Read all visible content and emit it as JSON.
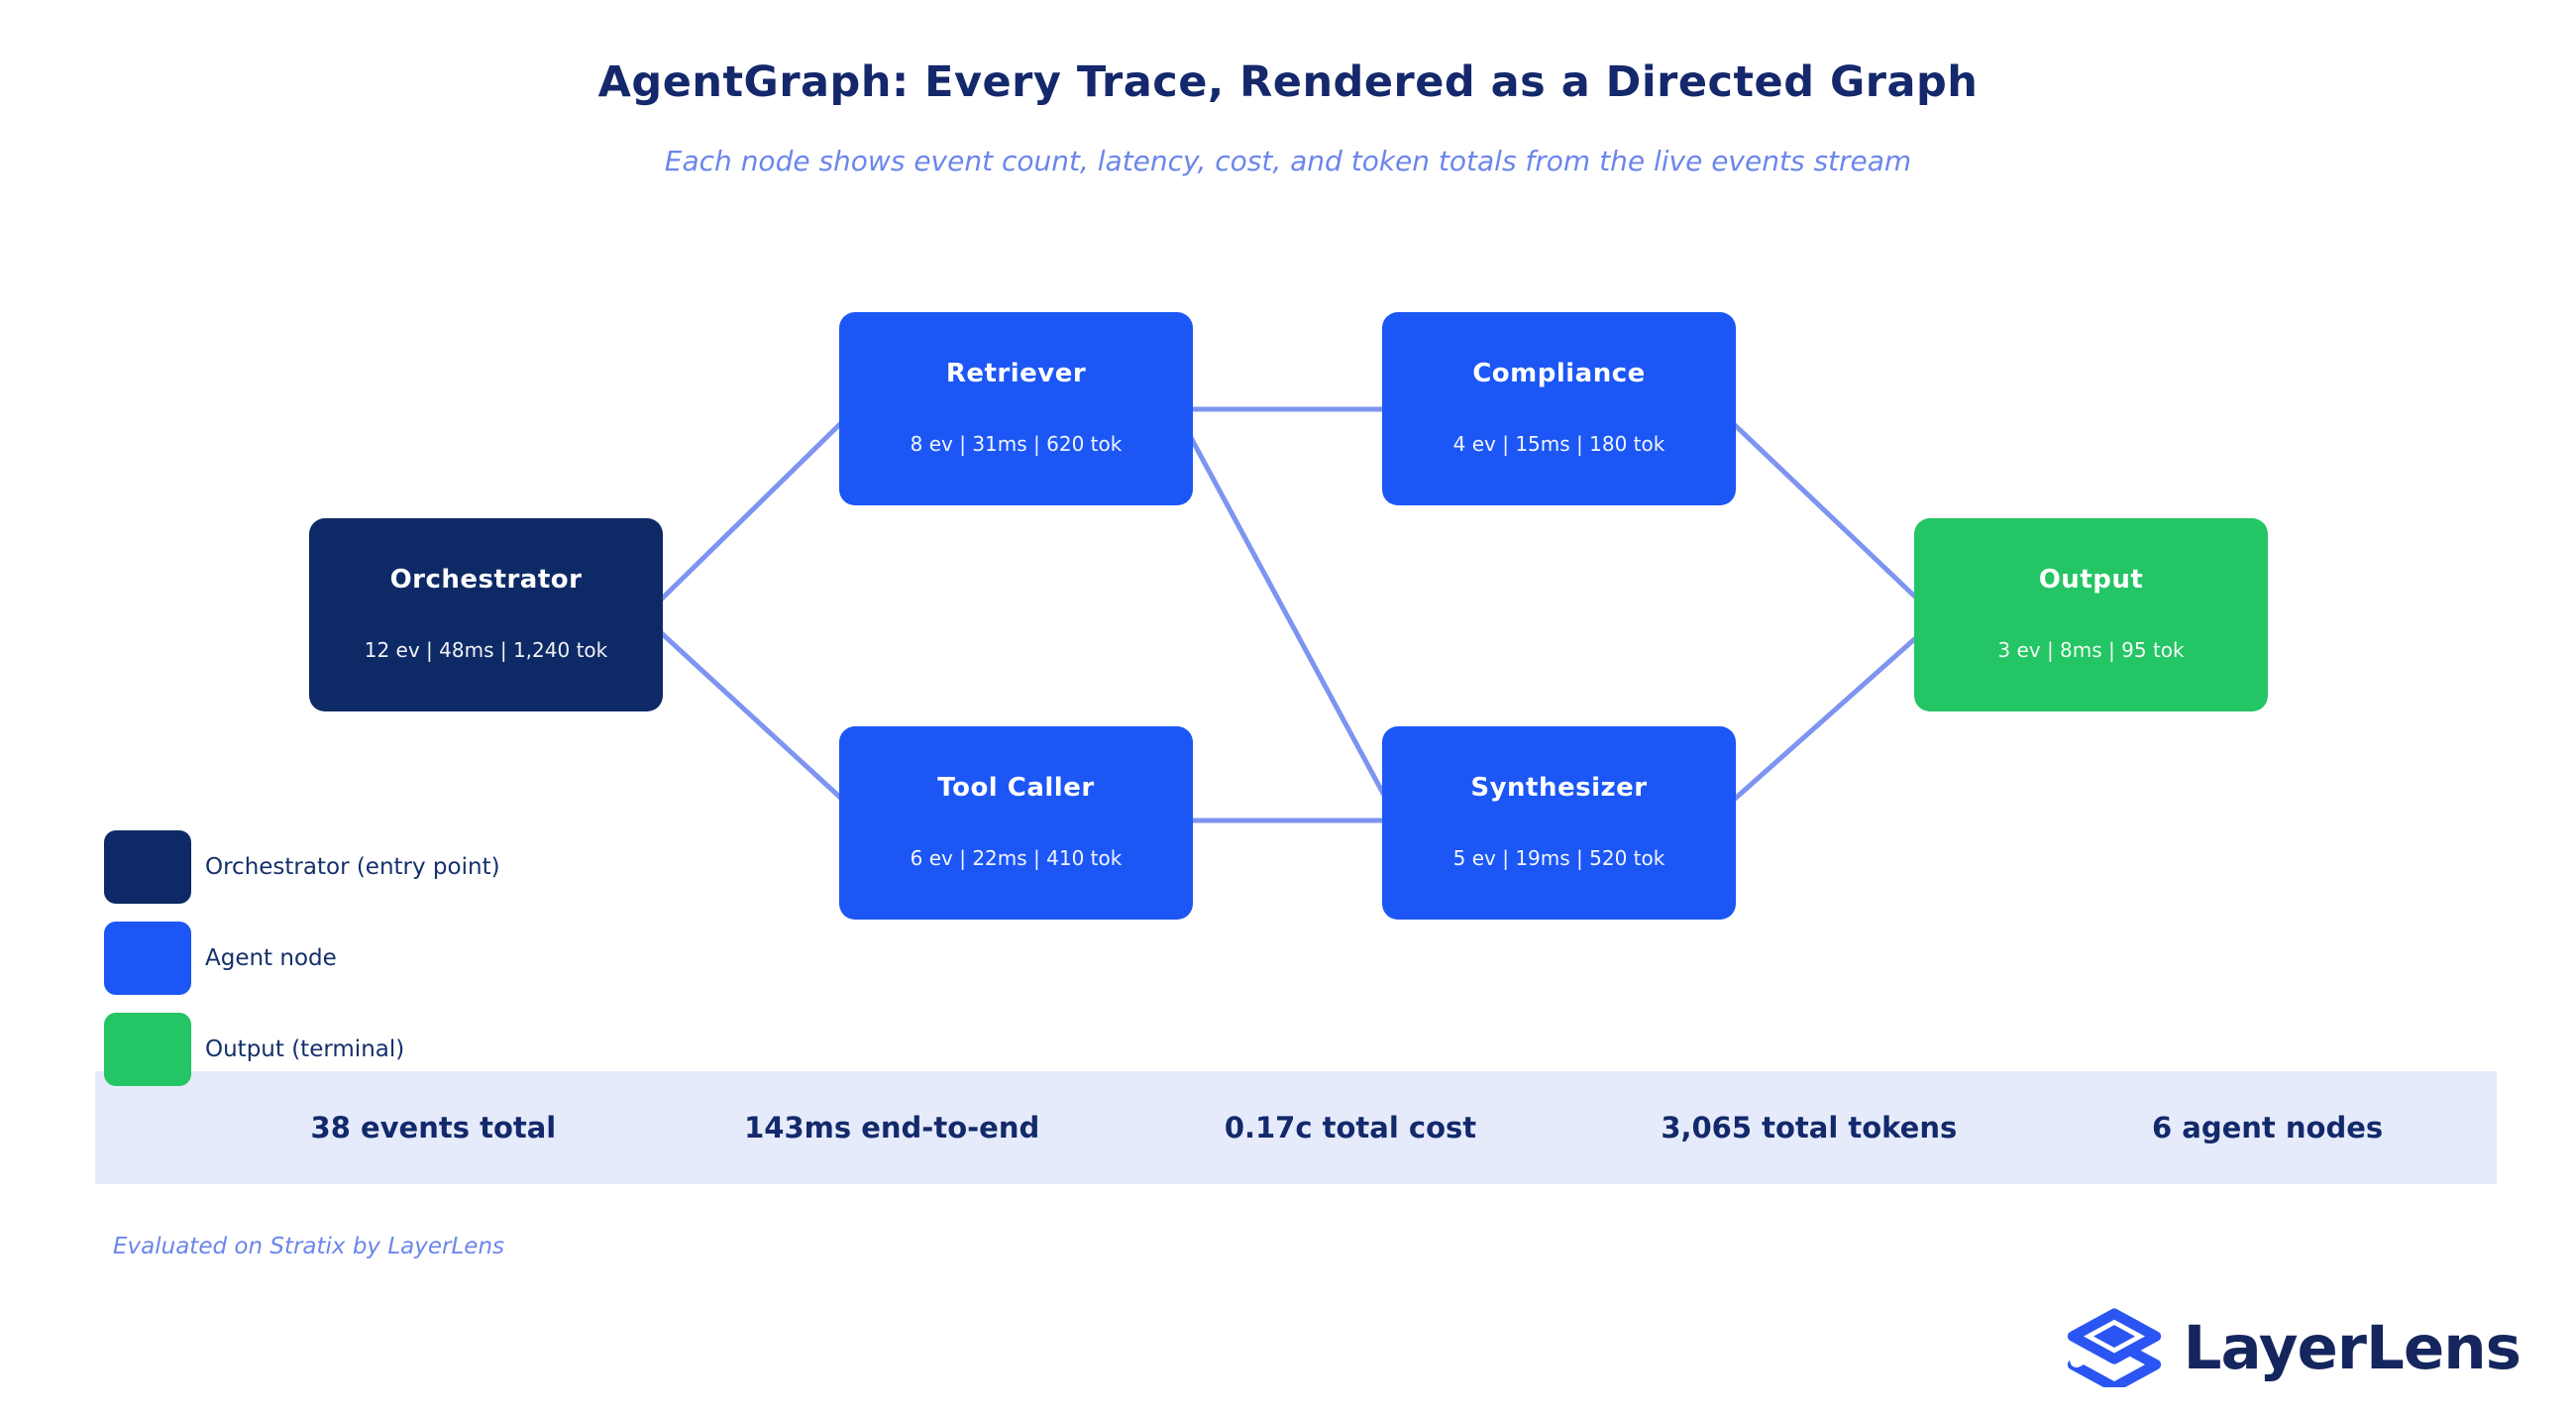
{
  "title": "AgentGraph: Every Trace, Rendered as a Directed Graph",
  "subtitle": "Each node shows event count, latency, cost, and token totals from the live events stream",
  "graph": {
    "nodes": [
      {
        "id": "orchestrator",
        "label": "Orchestrator",
        "stats": "12 ev | 48ms | 1,240 tok",
        "type": "entry"
      },
      {
        "id": "retriever",
        "label": "Retriever",
        "stats": "8 ev | 31ms | 620 tok",
        "type": "agent"
      },
      {
        "id": "compliance",
        "label": "Compliance",
        "stats": "4 ev | 15ms | 180 tok",
        "type": "agent"
      },
      {
        "id": "tool-caller",
        "label": "Tool Caller",
        "stats": "6 ev | 22ms | 410 tok",
        "type": "agent"
      },
      {
        "id": "synthesizer",
        "label": "Synthesizer",
        "stats": "5 ev | 19ms | 520 tok",
        "type": "agent"
      },
      {
        "id": "output",
        "label": "Output",
        "stats": "3 ev | 8ms | 95 tok",
        "type": "terminal"
      }
    ],
    "edges": [
      {
        "from": "orchestrator",
        "to": "retriever"
      },
      {
        "from": "orchestrator",
        "to": "tool-caller"
      },
      {
        "from": "retriever",
        "to": "compliance"
      },
      {
        "from": "retriever",
        "to": "synthesizer"
      },
      {
        "from": "tool-caller",
        "to": "synthesizer"
      },
      {
        "from": "compliance",
        "to": "output"
      },
      {
        "from": "synthesizer",
        "to": "output"
      }
    ]
  },
  "legend": [
    {
      "label": "Orchestrator (entry point)",
      "color": "#0e2a66"
    },
    {
      "label": "Agent node",
      "color": "#1c57f5"
    },
    {
      "label": "Output (terminal)",
      "color": "#24c564"
    }
  ],
  "stats_bar": [
    "38 events total",
    "143ms end-to-end",
    "0.17c total cost",
    "3,065 total tokens",
    "6 agent nodes"
  ],
  "footer_note": "Evaluated on Stratix by LayerLens",
  "brand": {
    "name": "LayerLens"
  },
  "colors": {
    "entry_node": "#0e2a66",
    "agent_node": "#1c57f5",
    "terminal_node": "#24c564",
    "edge": "#7d94f0",
    "title_text": "#14286b",
    "subtitle_text": "#6b86eb",
    "stats_bar_bg": "#e5ebfb",
    "stats_text": "#13296b",
    "brand_blue": "#2b55f2",
    "brand_text": "#15265e"
  }
}
